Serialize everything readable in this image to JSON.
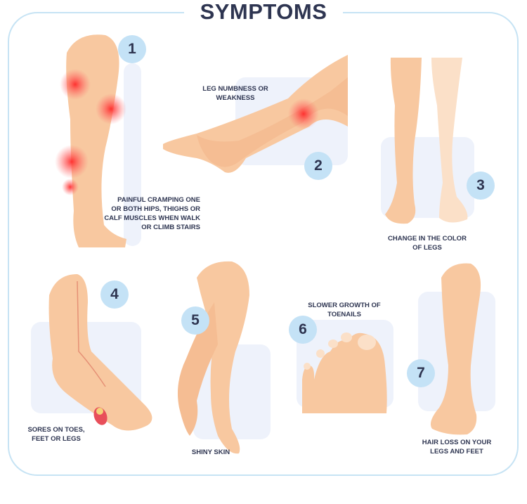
{
  "title": "SYMPTOMS",
  "colors": {
    "frame": "#c6e3f4",
    "badge": "#c4e2f6",
    "text": "#2e3551",
    "skin": "#f8c8a0",
    "skin_pale": "#fbe0c8",
    "pain": "#ff3b3b",
    "panel": "#eef2fb"
  },
  "symptoms": [
    {
      "number": "1",
      "label": "PAINFUL CRAMPING ONE\nOR BOTH HIPS, THIGHS OR\nCALF MUSCLES WHEN WALK\nOR CLIMB STAIRS"
    },
    {
      "number": "2",
      "label": "LEG NUMBNESS OR\nWEAKNESS"
    },
    {
      "number": "3",
      "label": "CHANGE IN THE COLOR\nOF LEGS"
    },
    {
      "number": "4",
      "label": "SORES ON TOES,\nFEET OR LEGS"
    },
    {
      "number": "5",
      "label": "SHINY SKIN"
    },
    {
      "number": "6",
      "label": "SLOWER GROWTH OF\nTOENAILS"
    },
    {
      "number": "7",
      "label": "HAIR LOSS ON YOUR\nLEGS AND FEET"
    }
  ]
}
